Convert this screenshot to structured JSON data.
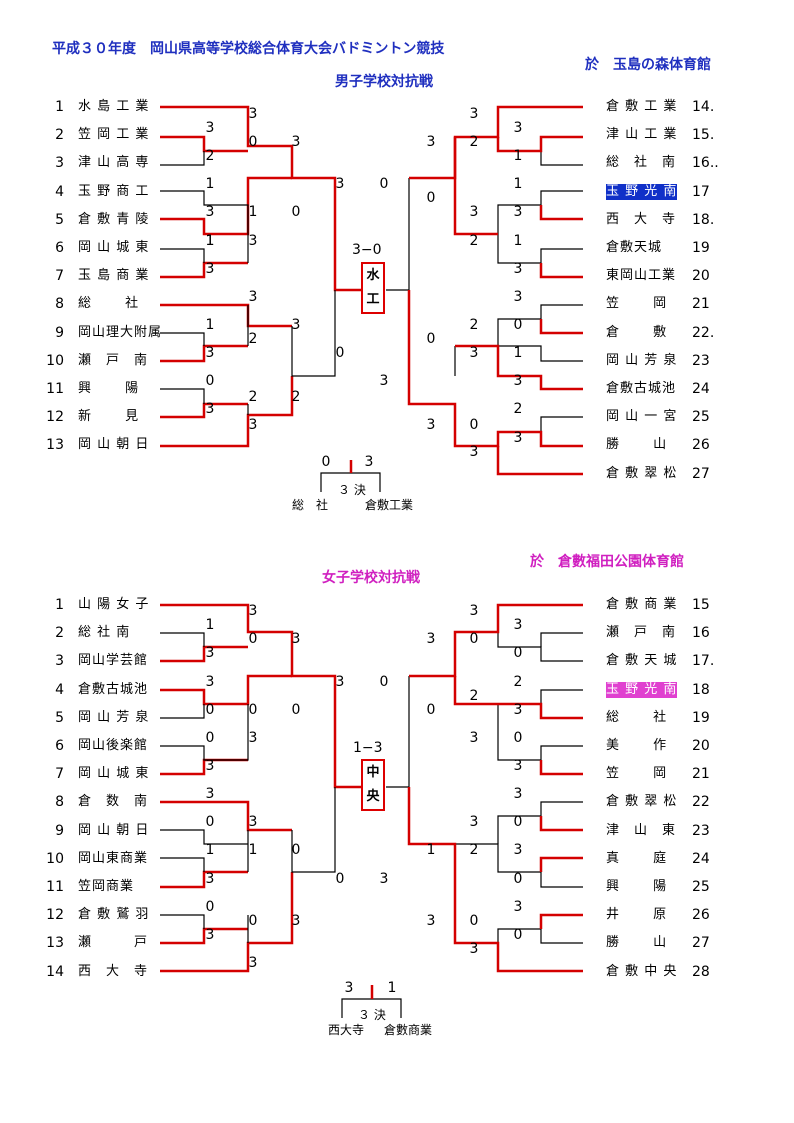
{
  "header": {
    "title": "平成３０年度　岡山県高等学校総合体育大会バドミントン競技",
    "venue_boys": "於　玉島の森体育館",
    "venue_girls": "於　倉數福田公園体育館"
  },
  "boys": {
    "title": "男子学校対抗戦",
    "left_teams": [
      {
        "no": "1",
        "name": "水 島 工 業"
      },
      {
        "no": "2",
        "name": "笠 岡 工 業"
      },
      {
        "no": "3",
        "name": "津 山 高 専"
      },
      {
        "no": "4",
        "name": "玉 野 商 工"
      },
      {
        "no": "5",
        "name": "倉 敷 青 陵"
      },
      {
        "no": "6",
        "name": "岡 山 城 東"
      },
      {
        "no": "7",
        "name": "玉 島 商 業"
      },
      {
        "no": "8",
        "name": "総　　 社"
      },
      {
        "no": "9",
        "name": "岡山理大附属"
      },
      {
        "no": "10",
        "name": "瀬　戸　南"
      },
      {
        "no": "11",
        "name": "興　　 陽"
      },
      {
        "no": "12",
        "name": "新　　 見"
      },
      {
        "no": "13",
        "name": "岡 山 朝 日"
      }
    ],
    "right_teams": [
      {
        "no": "14.",
        "name": "倉 敷 工 業"
      },
      {
        "no": "15.",
        "name": "津 山 工 業"
      },
      {
        "no": "16..",
        "name": "総　社　南"
      },
      {
        "no": "17",
        "name": "玉 野 光 南"
      },
      {
        "no": "18.",
        "name": "西　大　寺"
      },
      {
        "no": "19",
        "name": "倉敷天城"
      },
      {
        "no": "20",
        "name": "東岡山工業"
      },
      {
        "no": "21",
        "name": "笠　　 岡"
      },
      {
        "no": "22.",
        "name": "倉　　 敷"
      },
      {
        "no": "23",
        "name": "岡 山 芳 泉"
      },
      {
        "no": "24",
        "name": "倉敷古城池"
      },
      {
        "no": "25",
        "name": "岡 山 一 宮"
      },
      {
        "no": "26",
        "name": "勝　　 山"
      },
      {
        "no": "27",
        "name": "倉 敷 翠 松"
      }
    ],
    "final_score": "3−0",
    "champion": [
      "水",
      "工"
    ],
    "third": {
      "score_left": "0",
      "score_right": "3",
      "label": "３ 決",
      "left": "総　社",
      "right": "倉敷工業"
    },
    "scores": {
      "l1": "3",
      "l2a": "3",
      "l2b": "2",
      "l2c": "0",
      "l3": "1",
      "l4": "3",
      "l5": "1",
      "l6": "3",
      "l7": "3",
      "l8": "3",
      "l9": "1",
      "l10": "3",
      "l11": "0",
      "l12": "3",
      "l13": "3",
      "lq_a": "3",
      "lq_b": "0",
      "lq_c": "1",
      "lq_d": "3",
      "ls_a": "3",
      "ls_b": "2",
      "lq2_a": "2",
      "lq2_b": "3",
      "ls2_a": "3",
      "ls2_b": "0",
      "lsemi_a": "3",
      "lsemi_b": "2",
      "lf": "3",
      "lf2": "0",
      "rf": "0",
      "rf2": "3",
      "r14": "3",
      "r15": "3",
      "r16": "1",
      "r15b": "2",
      "r17": "1",
      "r18": "3",
      "r19": "1",
      "r20": "3",
      "r21": "3",
      "r22": "0",
      "r23": "1",
      "r24": "3",
      "r25": "2",
      "r26": "3",
      "r27": "3",
      "rq_a": "3",
      "rq_b": "3",
      "rq_c": "2",
      "rq_d": "2",
      "rq_e": "3",
      "rq_f": "0",
      "rs_a": "3",
      "rs_b": "0",
      "rs_c": "0",
      "rs_d": "3",
      "rsemi": "3"
    }
  },
  "girls": {
    "title": "女子学校対抗戦",
    "left_teams": [
      {
        "no": "1",
        "name": "山 陽 女 子"
      },
      {
        "no": "2",
        "name": "総 社 南"
      },
      {
        "no": "3",
        "name": "岡山学芸館"
      },
      {
        "no": "4",
        "name": "倉敷古城池"
      },
      {
        "no": "5",
        "name": "岡 山 芳 泉"
      },
      {
        "no": "6",
        "name": "岡山後楽館"
      },
      {
        "no": "7",
        "name": "岡 山 城 東"
      },
      {
        "no": "8",
        "name": "倉　数　南"
      },
      {
        "no": "9",
        "name": "岡 山 朝 日"
      },
      {
        "no": "10",
        "name": "岡山東商業"
      },
      {
        "no": "11",
        "name": "笠岡商業"
      },
      {
        "no": "12",
        "name": "倉 敷 鷲 羽"
      },
      {
        "no": "13",
        "name": "瀬　　　戸"
      },
      {
        "no": "14",
        "name": "西　大　寺"
      }
    ],
    "right_teams": [
      {
        "no": "15",
        "name": "倉 敷 商 業"
      },
      {
        "no": "16",
        "name": "瀬　戸　南"
      },
      {
        "no": "17.",
        "name": "倉 敷 天 城"
      },
      {
        "no": "18",
        "name": "玉 野 光 南"
      },
      {
        "no": "19",
        "name": "総　　 社"
      },
      {
        "no": "20",
        "name": "美　　 作"
      },
      {
        "no": "21",
        "name": "笠　　 岡"
      },
      {
        "no": "22",
        "name": "倉 敷 翠 松"
      },
      {
        "no": "23",
        "name": "津　山　東"
      },
      {
        "no": "24",
        "name": "真　　 庭"
      },
      {
        "no": "25",
        "name": "興　　 陽"
      },
      {
        "no": "26",
        "name": "井　　 原"
      },
      {
        "no": "27",
        "name": "勝　　 山"
      },
      {
        "no": "28",
        "name": "倉 敷 中 央"
      }
    ],
    "final_score": "1−3",
    "champion": [
      "中",
      "央"
    ],
    "third": {
      "score_left": "3",
      "score_right": "1",
      "label": "３ 決",
      "left": "西大寺",
      "right": "倉數商業"
    }
  }
}
